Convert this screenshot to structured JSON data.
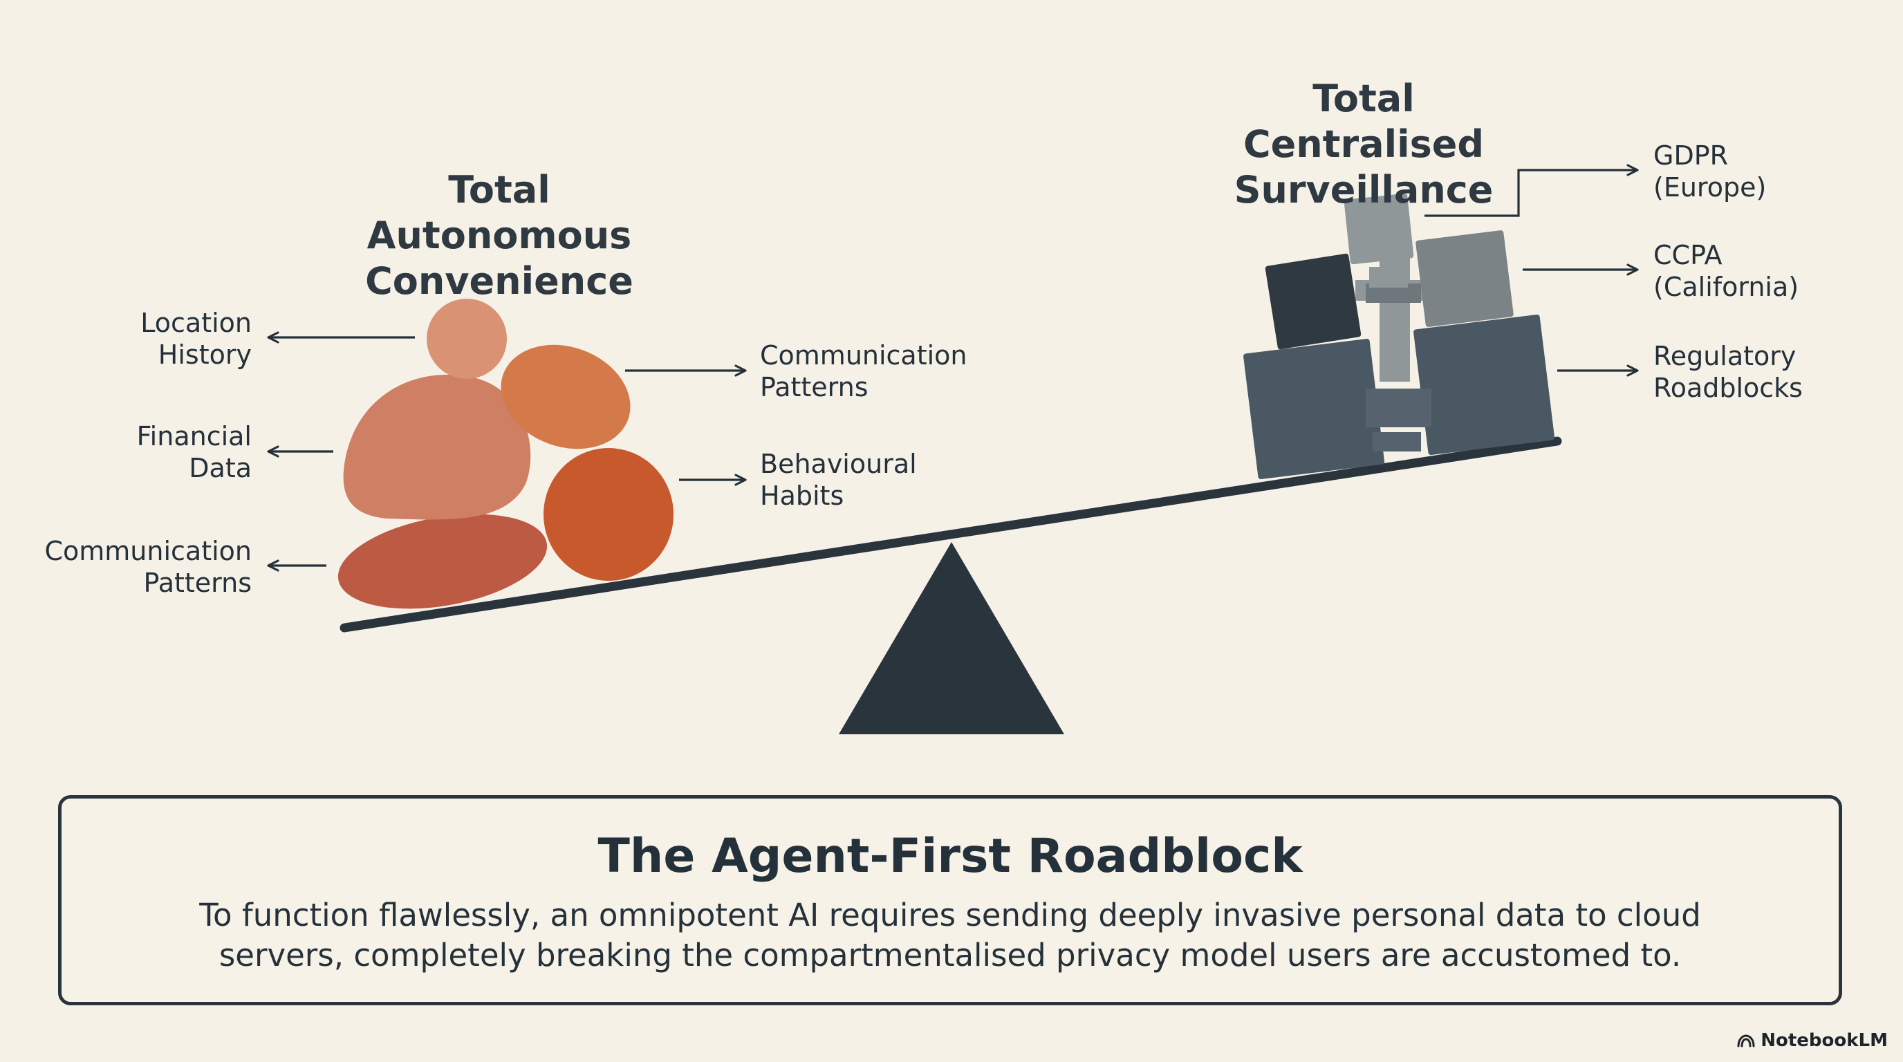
{
  "left_group": {
    "title": "Total Autonomous\nConvenience",
    "labels": {
      "location_history": "Location\nHistory",
      "financial_data": "Financial\nData",
      "communication_patterns_left": "Communication\nPatterns",
      "communication_patterns_right": "Communication\nPatterns",
      "behavioural_habits": "Behavioural\nHabits"
    }
  },
  "right_group": {
    "title": "Total Centralised\nSurveillance",
    "labels": {
      "gdpr": "GDPR\n(Europe)",
      "ccpa": "CCPA\n(California)",
      "regulatory": "Regulatory\nRoadblocks"
    }
  },
  "summary": {
    "title": "The Agent-First Roadblock",
    "body": "To function flawlessly, an omnipotent AI requires sending deeply invasive personal data to cloud servers, completely breaking the compartmentalised privacy model users are accustomed to."
  },
  "brand": {
    "name": "NotebookLM"
  },
  "colors": {
    "background": "#f6f1e7",
    "ink": "#25313a",
    "warm_stone_1": "#d99274",
    "warm_stone_2": "#d47a4a",
    "warm_stone_3": "#cf7f63",
    "warm_stone_4": "#c8592c",
    "warm_stone_5": "#bd5a43",
    "block_dark": "#2f3941",
    "block_slate": "#4a5864",
    "block_grey": "#7b8387",
    "block_light": "#8f9799"
  }
}
